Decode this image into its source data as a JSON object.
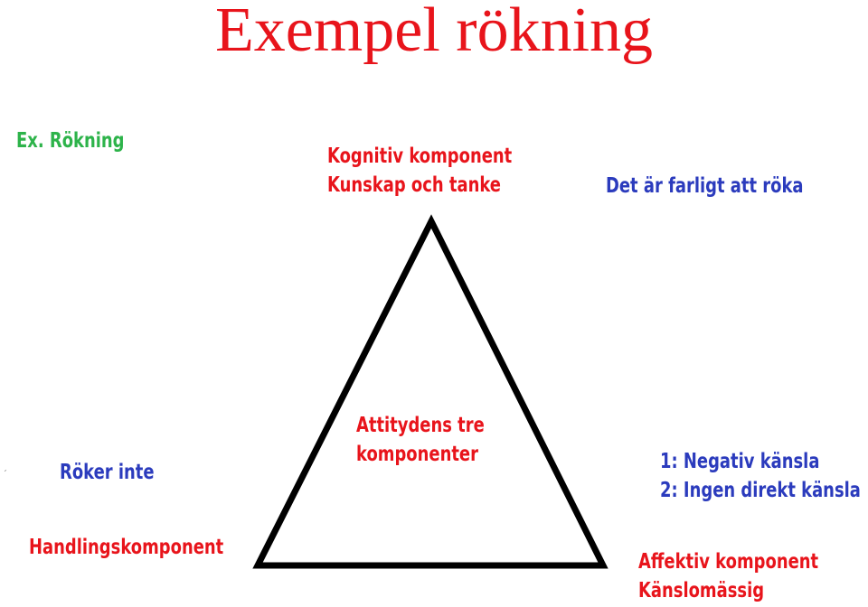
{
  "title": "Exempel rökning",
  "example_label": "Ex. Rökning",
  "cognitive": {
    "line1": "Kognitiv komponent",
    "line2": "Kunskap och tanke",
    "statement": "Det är farligt att röka"
  },
  "center": {
    "line1": "Attitydens tre",
    "line2": "komponenter"
  },
  "behavioral": {
    "statement": "Röker inte",
    "label": "Handlingskomponent"
  },
  "affective": {
    "item1": "1: Negativ känsla",
    "item2": "2: Ingen direkt känsla",
    "line1": "Affektiv komponent",
    "line2": "Känslomässig"
  },
  "colors": {
    "title": "#e8141b",
    "green": "#2db34a",
    "red": "#e8141b",
    "blue": "#2b3bbd"
  }
}
